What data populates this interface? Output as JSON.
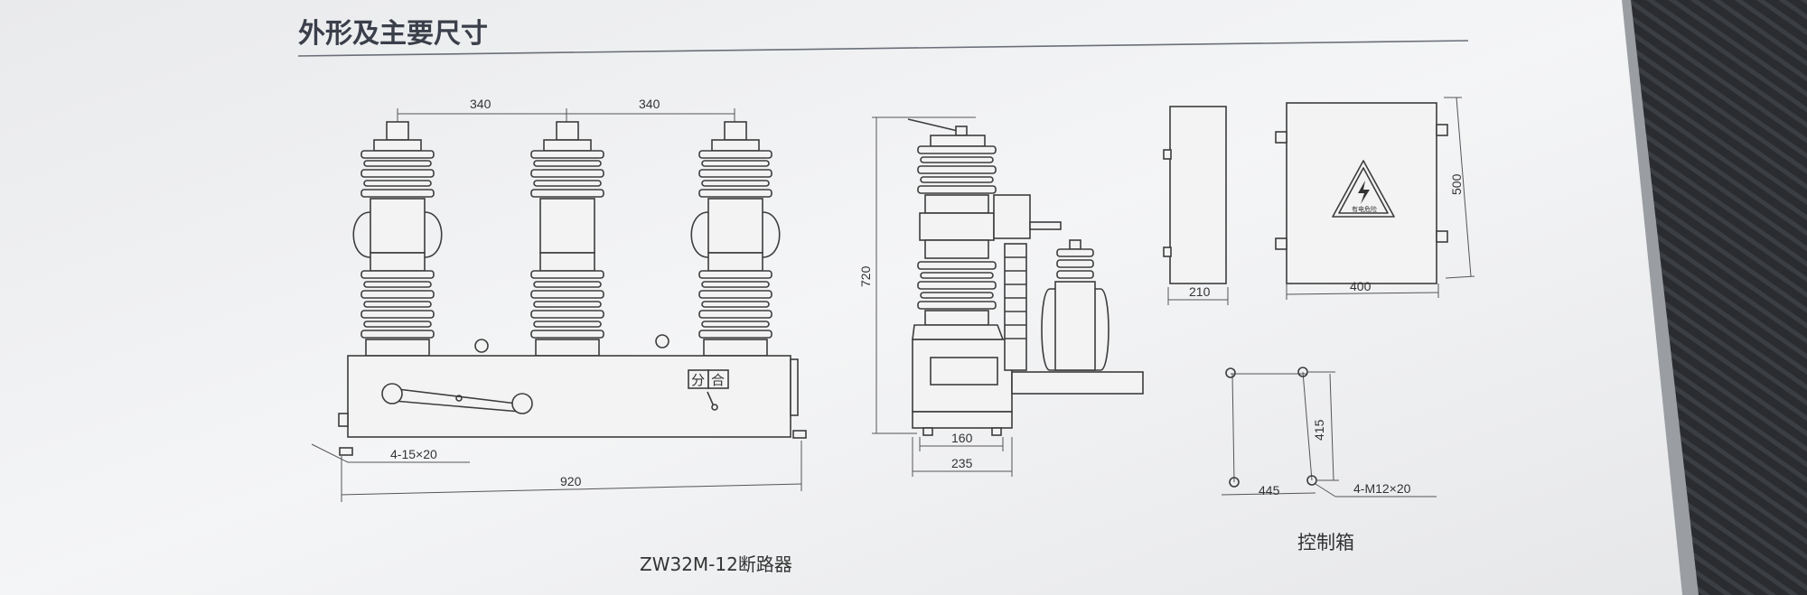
{
  "heading": "外形及主要尺寸",
  "breaker": {
    "caption": "ZW32M-12断路器",
    "dim_spacing_1": "340",
    "dim_spacing_2": "340",
    "dim_width": "920",
    "dim_holes": "4-15×20",
    "label_open": "分",
    "label_close": "合",
    "dim_height": "720",
    "dim_depth_inner": "160",
    "dim_depth": "235"
  },
  "control_box": {
    "caption": "控制箱",
    "dim_side_width": "210",
    "dim_front_width": "400",
    "dim_front_height": "500",
    "warning_text": "有电危险",
    "dim_mount_height": "415",
    "dim_mount_width": "445",
    "dim_mount_holes": "4-M12×20"
  },
  "colors": {
    "paper": "#f0f1f2",
    "line": "#3d3d3d",
    "heading": "#3a3f4a",
    "desk": "#26282b"
  }
}
